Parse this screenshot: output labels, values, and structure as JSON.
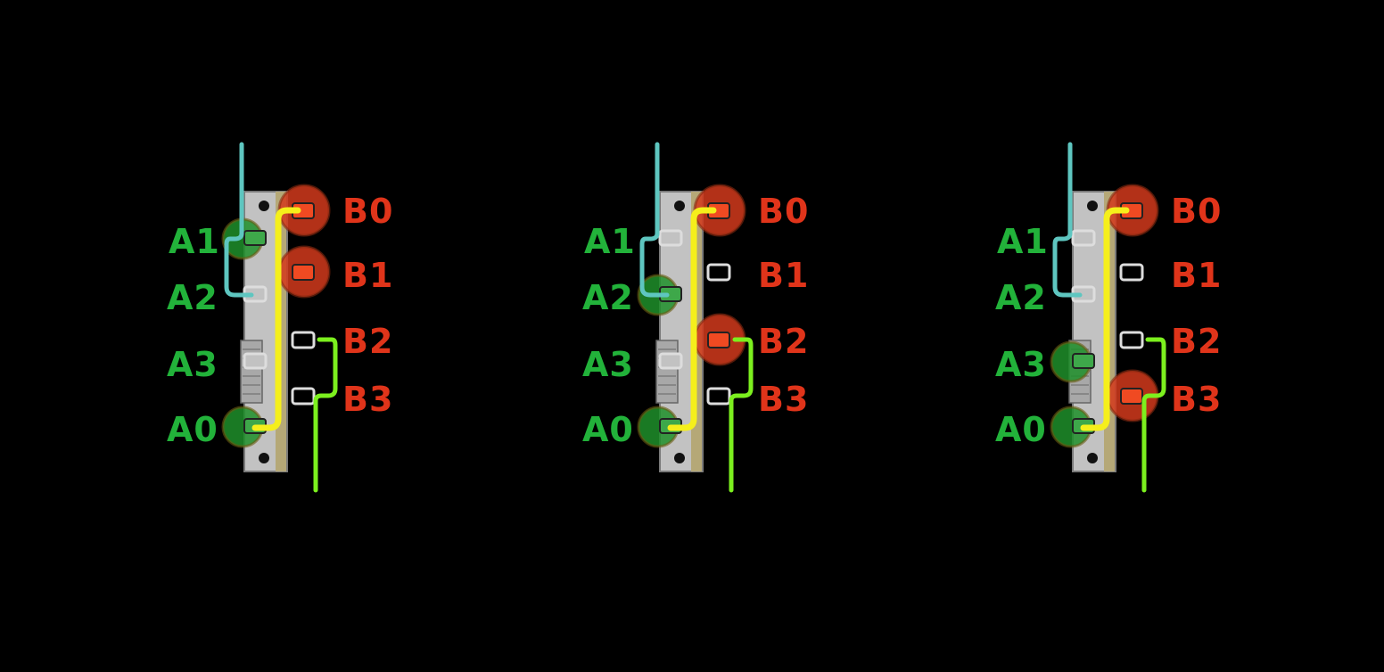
{
  "colors": {
    "a_label": "#22b23a",
    "b_label": "#e0341a",
    "wire_teal": "#5ec6c0",
    "wire_yellow": "#f5ef1b",
    "wire_green": "#7cf01e",
    "active_a": "#1f8f2a",
    "active_b": "#d23a1c",
    "switch_body": "#c2c2c2"
  },
  "panels": [
    {
      "labels": {
        "A1": "A1",
        "A2": "A2",
        "A3": "A3",
        "A0": "A0",
        "B0": "B0",
        "B1": "B1",
        "B2": "B2",
        "B3": "B3"
      },
      "active": {
        "A1": true,
        "A2": false,
        "A3": false,
        "A0": true,
        "B0": true,
        "B1": true,
        "B2": false,
        "B3": false
      }
    },
    {
      "labels": {
        "A1": "A1",
        "A2": "A2",
        "A3": "A3",
        "A0": "A0",
        "B0": "B0",
        "B1": "B1",
        "B2": "B2",
        "B3": "B3"
      },
      "active": {
        "A1": false,
        "A2": true,
        "A3": false,
        "A0": true,
        "B0": true,
        "B1": false,
        "B2": true,
        "B3": false
      }
    },
    {
      "labels": {
        "A1": "A1",
        "A2": "A2",
        "A3": "A3",
        "A0": "A0",
        "B0": "B0",
        "B1": "B1",
        "B2": "B2",
        "B3": "B3"
      },
      "active": {
        "A1": false,
        "A2": false,
        "A3": true,
        "A0": true,
        "B0": true,
        "B1": false,
        "B2": false,
        "B3": true
      }
    }
  ]
}
